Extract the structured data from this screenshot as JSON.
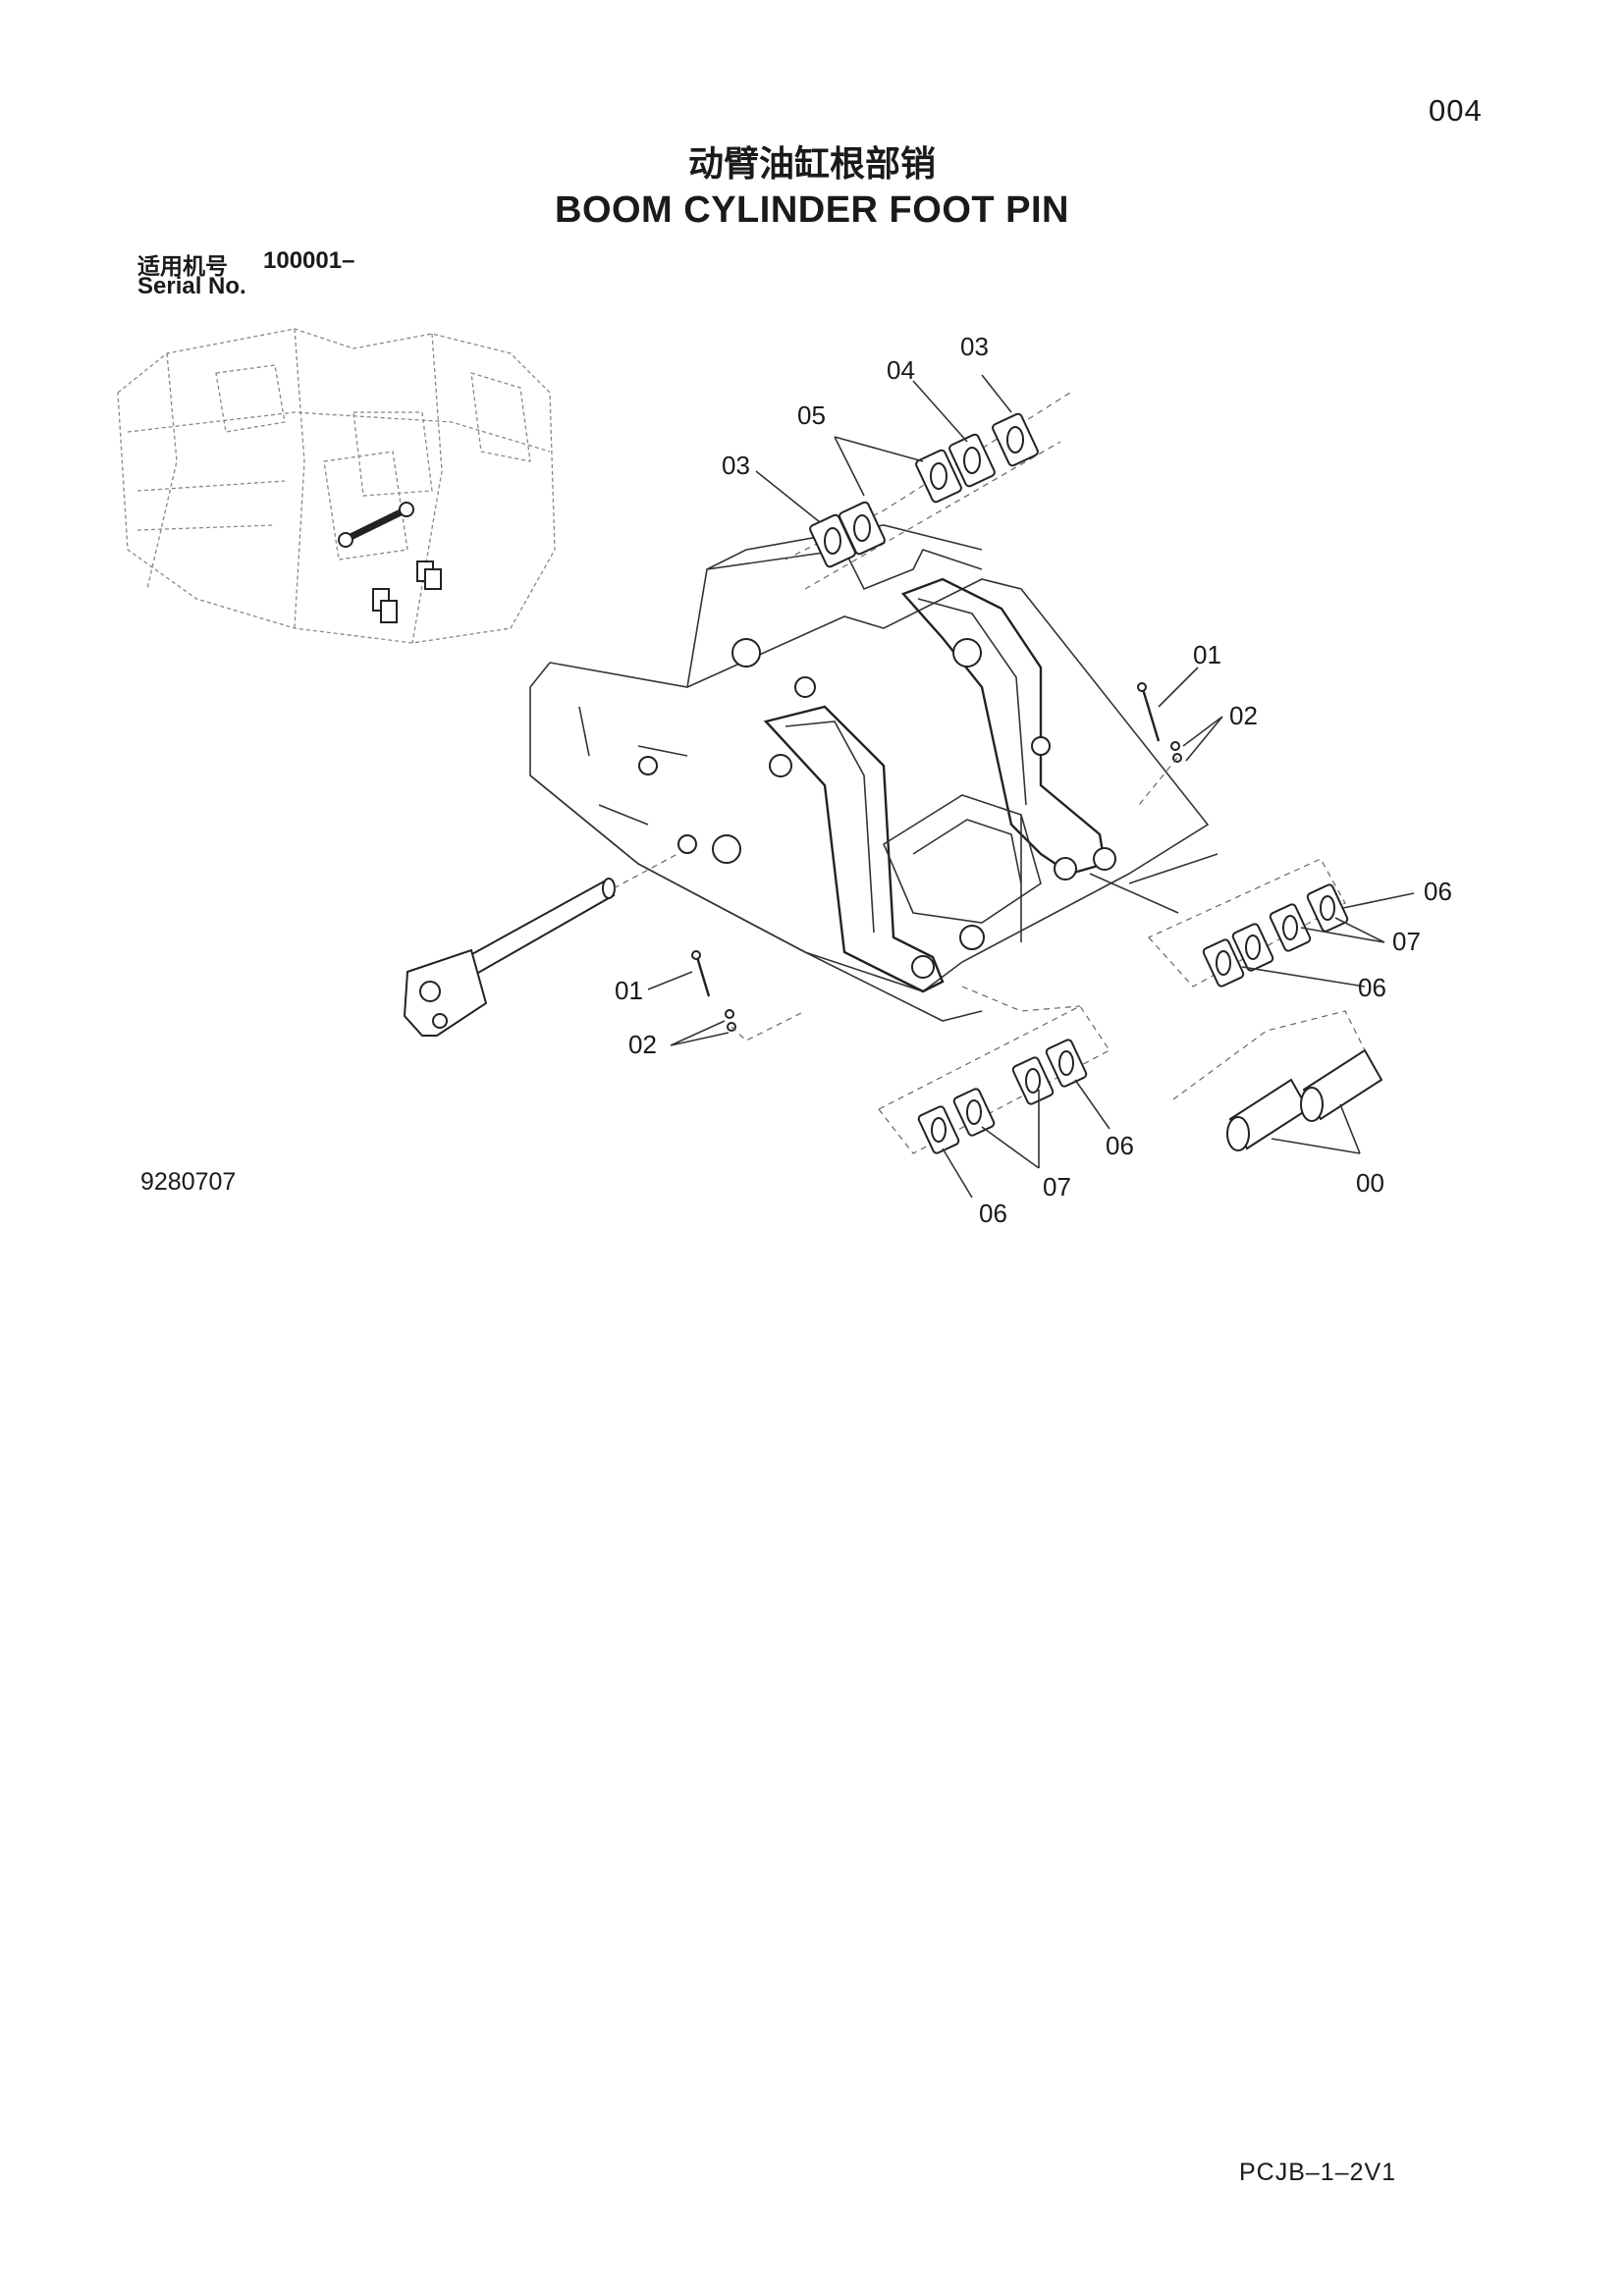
{
  "page": {
    "page_number": "004",
    "title_cn": "动臂油缸根部销",
    "title_en": "BOOM CYLINDER FOOT PIN",
    "serial_label_cn": "适用机号",
    "serial_value": "100001–",
    "serial_label_en": "Serial No.",
    "figure_number": "9280707",
    "document_code": "PCJB–1–2V1"
  },
  "callouts": {
    "c03_top": "03",
    "c04": "04",
    "c05": "05",
    "c03_left": "03",
    "c01_right": "01",
    "c02_right": "02",
    "c06_right_top": "06",
    "c07_right": "07",
    "c06_right_bottom": "06",
    "c01_left": "01",
    "c02_left": "02",
    "c06_bottom_right": "06",
    "c07_bottom": "07",
    "c06_bottom_left": "06",
    "c00": "00"
  }
}
